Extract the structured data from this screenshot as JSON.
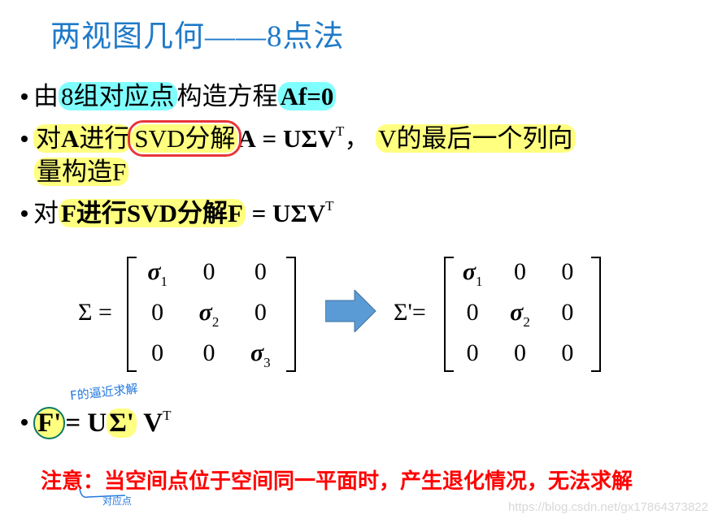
{
  "title": "两视图几何——8点法",
  "bullets": [
    {
      "prefix": "由",
      "hl": "8组对应点",
      "mid": "构造方程",
      "eq": "Af=0"
    },
    {
      "prefix": "对",
      "A": "A",
      "mid1": "进行",
      "boxed": "SVD分解",
      "eq_lhs": "A",
      "eq_rhs": "= UΣV",
      "sup": "T",
      "comma": "，",
      "tail": "V的最后一个列向",
      "line2": "量构造F"
    },
    {
      "prefix": "对",
      "hl": "F进行SVD分解F",
      "eq_rhs": "= UΣV",
      "sup": "T"
    },
    {
      "lhs": "F'",
      "eq_mid": "= U",
      "sigma_p": "Σ'",
      "v": " V",
      "sup": "T"
    }
  ],
  "matrices": {
    "left": {
      "label": "Σ =",
      "cells": [
        "σ1",
        "0",
        "0",
        "0",
        "σ2",
        "0",
        "0",
        "0",
        "σ3"
      ]
    },
    "right": {
      "label": "Σ'=",
      "cells": [
        "σ1",
        "0",
        "0",
        "0",
        "σ2",
        "0",
        "0",
        "0",
        "0"
      ]
    }
  },
  "arrow_color": "#5b9bd5",
  "annotations": {
    "handwritten_top": "F的逼近求解",
    "handwritten_bottom": "对应点"
  },
  "note": "注意：当空间点位于空间同一平面时，产生退化情况，无法求解",
  "watermark": "https://blog.csdn.net/gx17864373822"
}
